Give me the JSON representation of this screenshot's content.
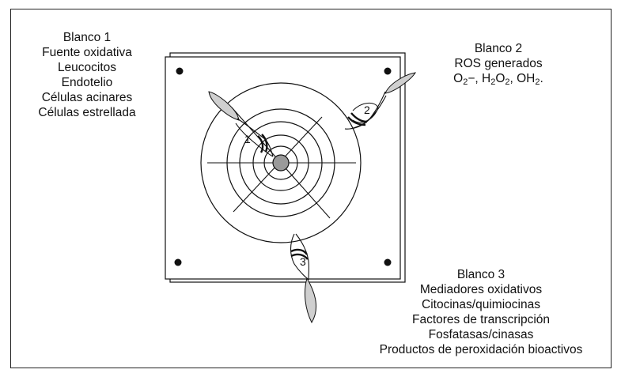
{
  "targets": [
    {
      "id": "blanco1",
      "title": "Blanco 1",
      "lines": [
        "Fuente oxidativa",
        "Leucocitos",
        "Endotelio",
        "Células acinares",
        "Células estrellada"
      ]
    },
    {
      "id": "blanco2",
      "title": "Blanco 2",
      "lines": [
        "ROS generados"
      ],
      "formula": [
        {
          "t": "O"
        },
        {
          "t": "2",
          "sub": true
        },
        {
          "t": "−, H"
        },
        {
          "t": "2",
          "sub": true
        },
        {
          "t": "O"
        },
        {
          "t": "2",
          "sub": true
        },
        {
          "t": ", OH"
        },
        {
          "t": "2",
          "sub": true
        },
        {
          "t": "."
        }
      ]
    },
    {
      "id": "blanco3",
      "title": "Blanco 3",
      "lines": [
        "Mediadores oxidativos",
        "Citocinas/quimiocinas",
        "Factores de transcripción",
        "Fosfatasas/cinasas",
        "Productos de peroxidación bioactivos"
      ]
    }
  ],
  "dart_labels": [
    "1",
    "2",
    "3"
  ],
  "colors": {
    "stroke": "#111111",
    "fin": "#cfcfcf",
    "bullseye": "#9a9a9a",
    "dot": "#111111"
  }
}
